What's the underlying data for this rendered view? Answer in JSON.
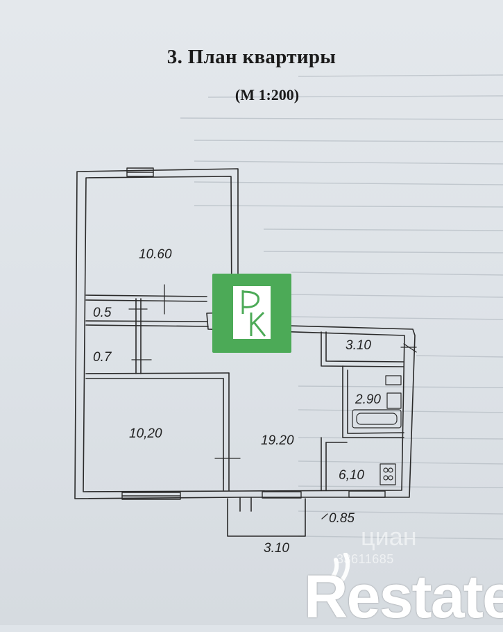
{
  "document": {
    "title": "3. План квартиры",
    "scale": "(М 1:200)"
  },
  "plan": {
    "rooms": [
      {
        "id": "room-top",
        "area": "10.60"
      },
      {
        "id": "closet-a",
        "area": "0.5"
      },
      {
        "id": "closet-b",
        "area": "0.7"
      },
      {
        "id": "room-left",
        "area": "10,20"
      },
      {
        "id": "hall",
        "area": "19.20"
      },
      {
        "id": "toilet",
        "area": "3.10"
      },
      {
        "id": "bath",
        "area": "2.90"
      },
      {
        "id": "kitchen",
        "area": "6,10"
      }
    ],
    "balcony": {
      "depth": "0.85",
      "width": "3.10"
    }
  },
  "watermarks": {
    "logo_letters": "РК",
    "cian": "циан",
    "cian_phone": "33611685",
    "brand": "Restate"
  },
  "colors": {
    "logo_green": "#4caa57",
    "ink": "#222222"
  }
}
